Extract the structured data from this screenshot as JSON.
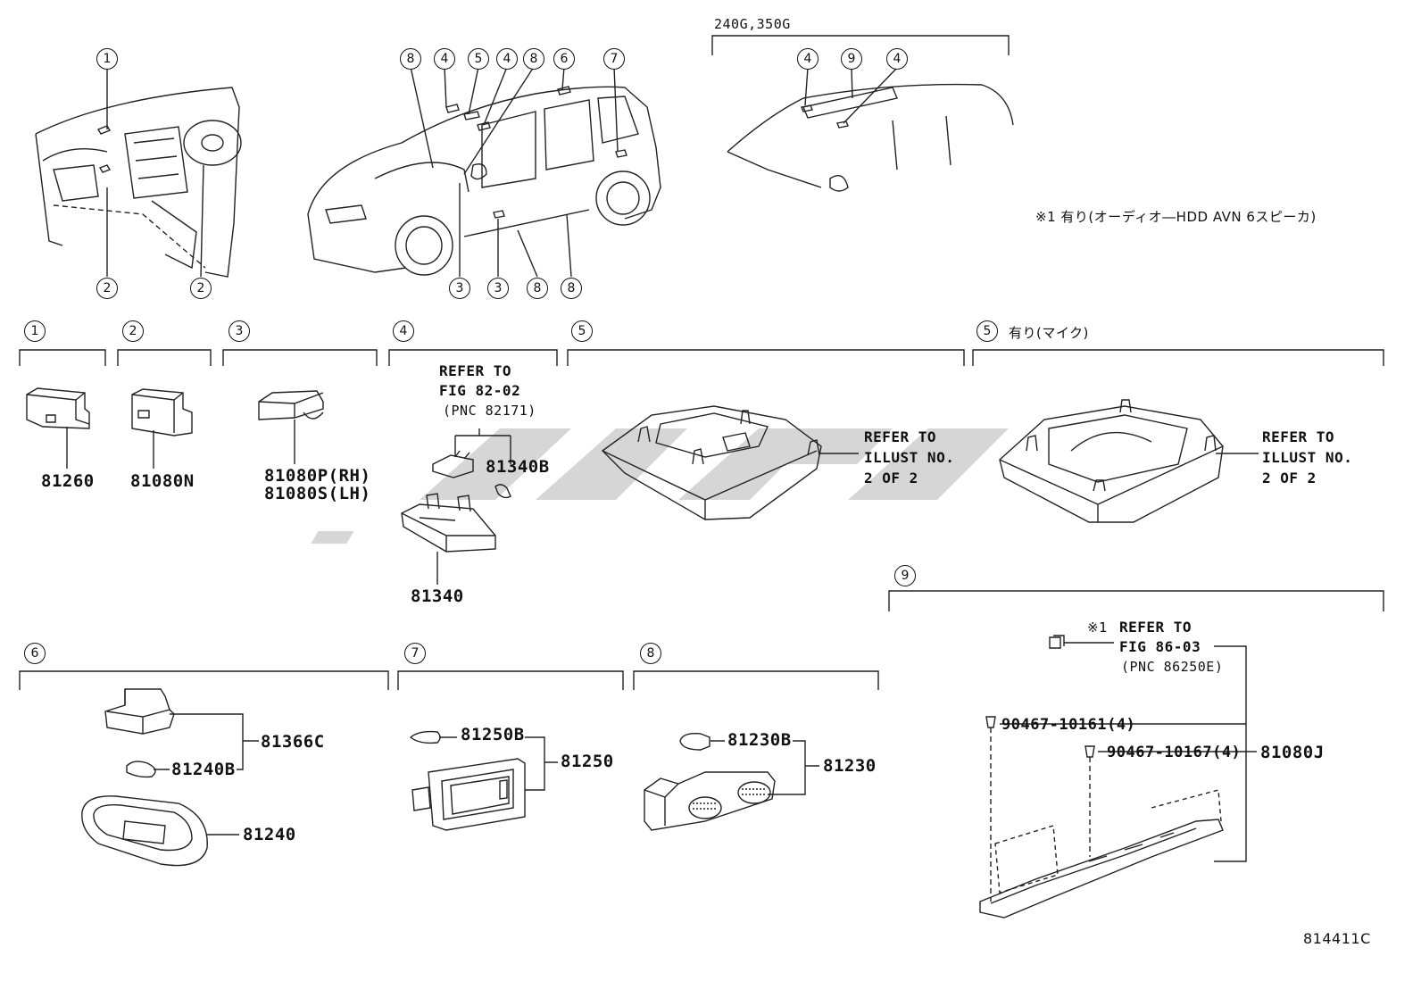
{
  "callouts": {
    "top_dash": [
      "1",
      "2",
      "2"
    ],
    "top_car": [
      "8",
      "4",
      "5",
      "4",
      "8",
      "6",
      "7",
      "3",
      "3",
      "8",
      "8"
    ],
    "top_roof": [
      "4",
      "9",
      "4"
    ]
  },
  "variant_label": "240G,350G",
  "note_top": "※1 有り(オーディオ―HDD AVN 6スピーカ)",
  "sections": {
    "s1": {
      "num": "1",
      "parts": [
        "81260"
      ]
    },
    "s2": {
      "num": "2",
      "parts": [
        "81080N"
      ]
    },
    "s3": {
      "num": "3",
      "parts": [
        "81080P(RH)",
        "81080S(LH)"
      ]
    },
    "s4": {
      "num": "4",
      "refer": [
        "REFER TO",
        "FIG 82-02",
        "(PNC 82171)"
      ],
      "parts": [
        "81340B",
        "81340"
      ]
    },
    "s5": {
      "num": "5",
      "refer": [
        "REFER TO",
        "ILLUST NO.",
        "2 OF 2"
      ]
    },
    "s5b": {
      "num": "5",
      "caption": "有り(マイク)",
      "refer": [
        "REFER TO",
        "ILLUST NO.",
        "2 OF 2"
      ]
    },
    "s6": {
      "num": "6",
      "parts": [
        "81366C",
        "81240B",
        "81240"
      ]
    },
    "s7": {
      "num": "7",
      "parts": [
        "81250B",
        "81250"
      ]
    },
    "s8": {
      "num": "8",
      "parts": [
        "81230B",
        "81230"
      ]
    },
    "s9": {
      "num": "9",
      "refer_mark": "※1",
      "refer": [
        "REFER TO",
        "FIG 86-03",
        "(PNC 86250E)"
      ],
      "parts": [
        "90467-10161(4)",
        "90467-10167(4)",
        "81080J"
      ]
    }
  },
  "figure_id": "814411C"
}
